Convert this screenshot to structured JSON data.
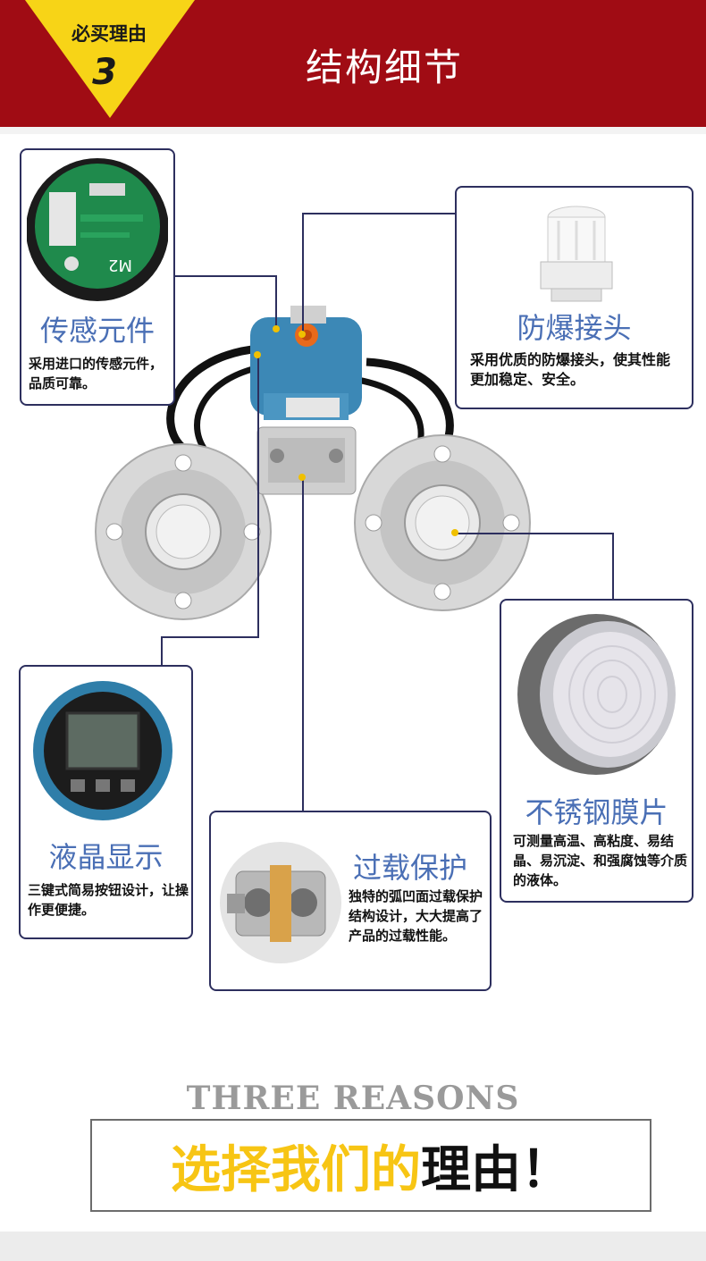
{
  "header": {
    "badge_text": "必买理由",
    "badge_number": "3",
    "title": "结构细节"
  },
  "cards": {
    "sensor": {
      "title": "传感元件",
      "desc": "采用进口的传感元件，品质可靠。"
    },
    "explosion": {
      "title": "防爆接头",
      "desc": "采用优质的防爆接头，使其性能更加稳定、安全。"
    },
    "lcd": {
      "title": "液晶显示",
      "desc": "三键式简易按钮设计，让操作更便捷。"
    },
    "overload": {
      "title": "过载保护",
      "desc": "独特的弧凹面过载保护结构设计，大大提高了产品的过载性能。"
    },
    "diaphragm": {
      "title": "不锈钢膜片",
      "desc": "可测量高温、高粘度、易结晶、易沉淀、和强腐蚀等介质的液体。"
    }
  },
  "reasons": {
    "english": "THREE REASONS",
    "chinese_highlight": "选择我们的",
    "chinese_rest": "理由！"
  },
  "colors": {
    "header_bg": "#a00c14",
    "badge_yellow": "#f7d417",
    "card_border": "#2d2f5e",
    "card_title": "#4a6fb5",
    "accent_yellow": "#f7c514"
  }
}
